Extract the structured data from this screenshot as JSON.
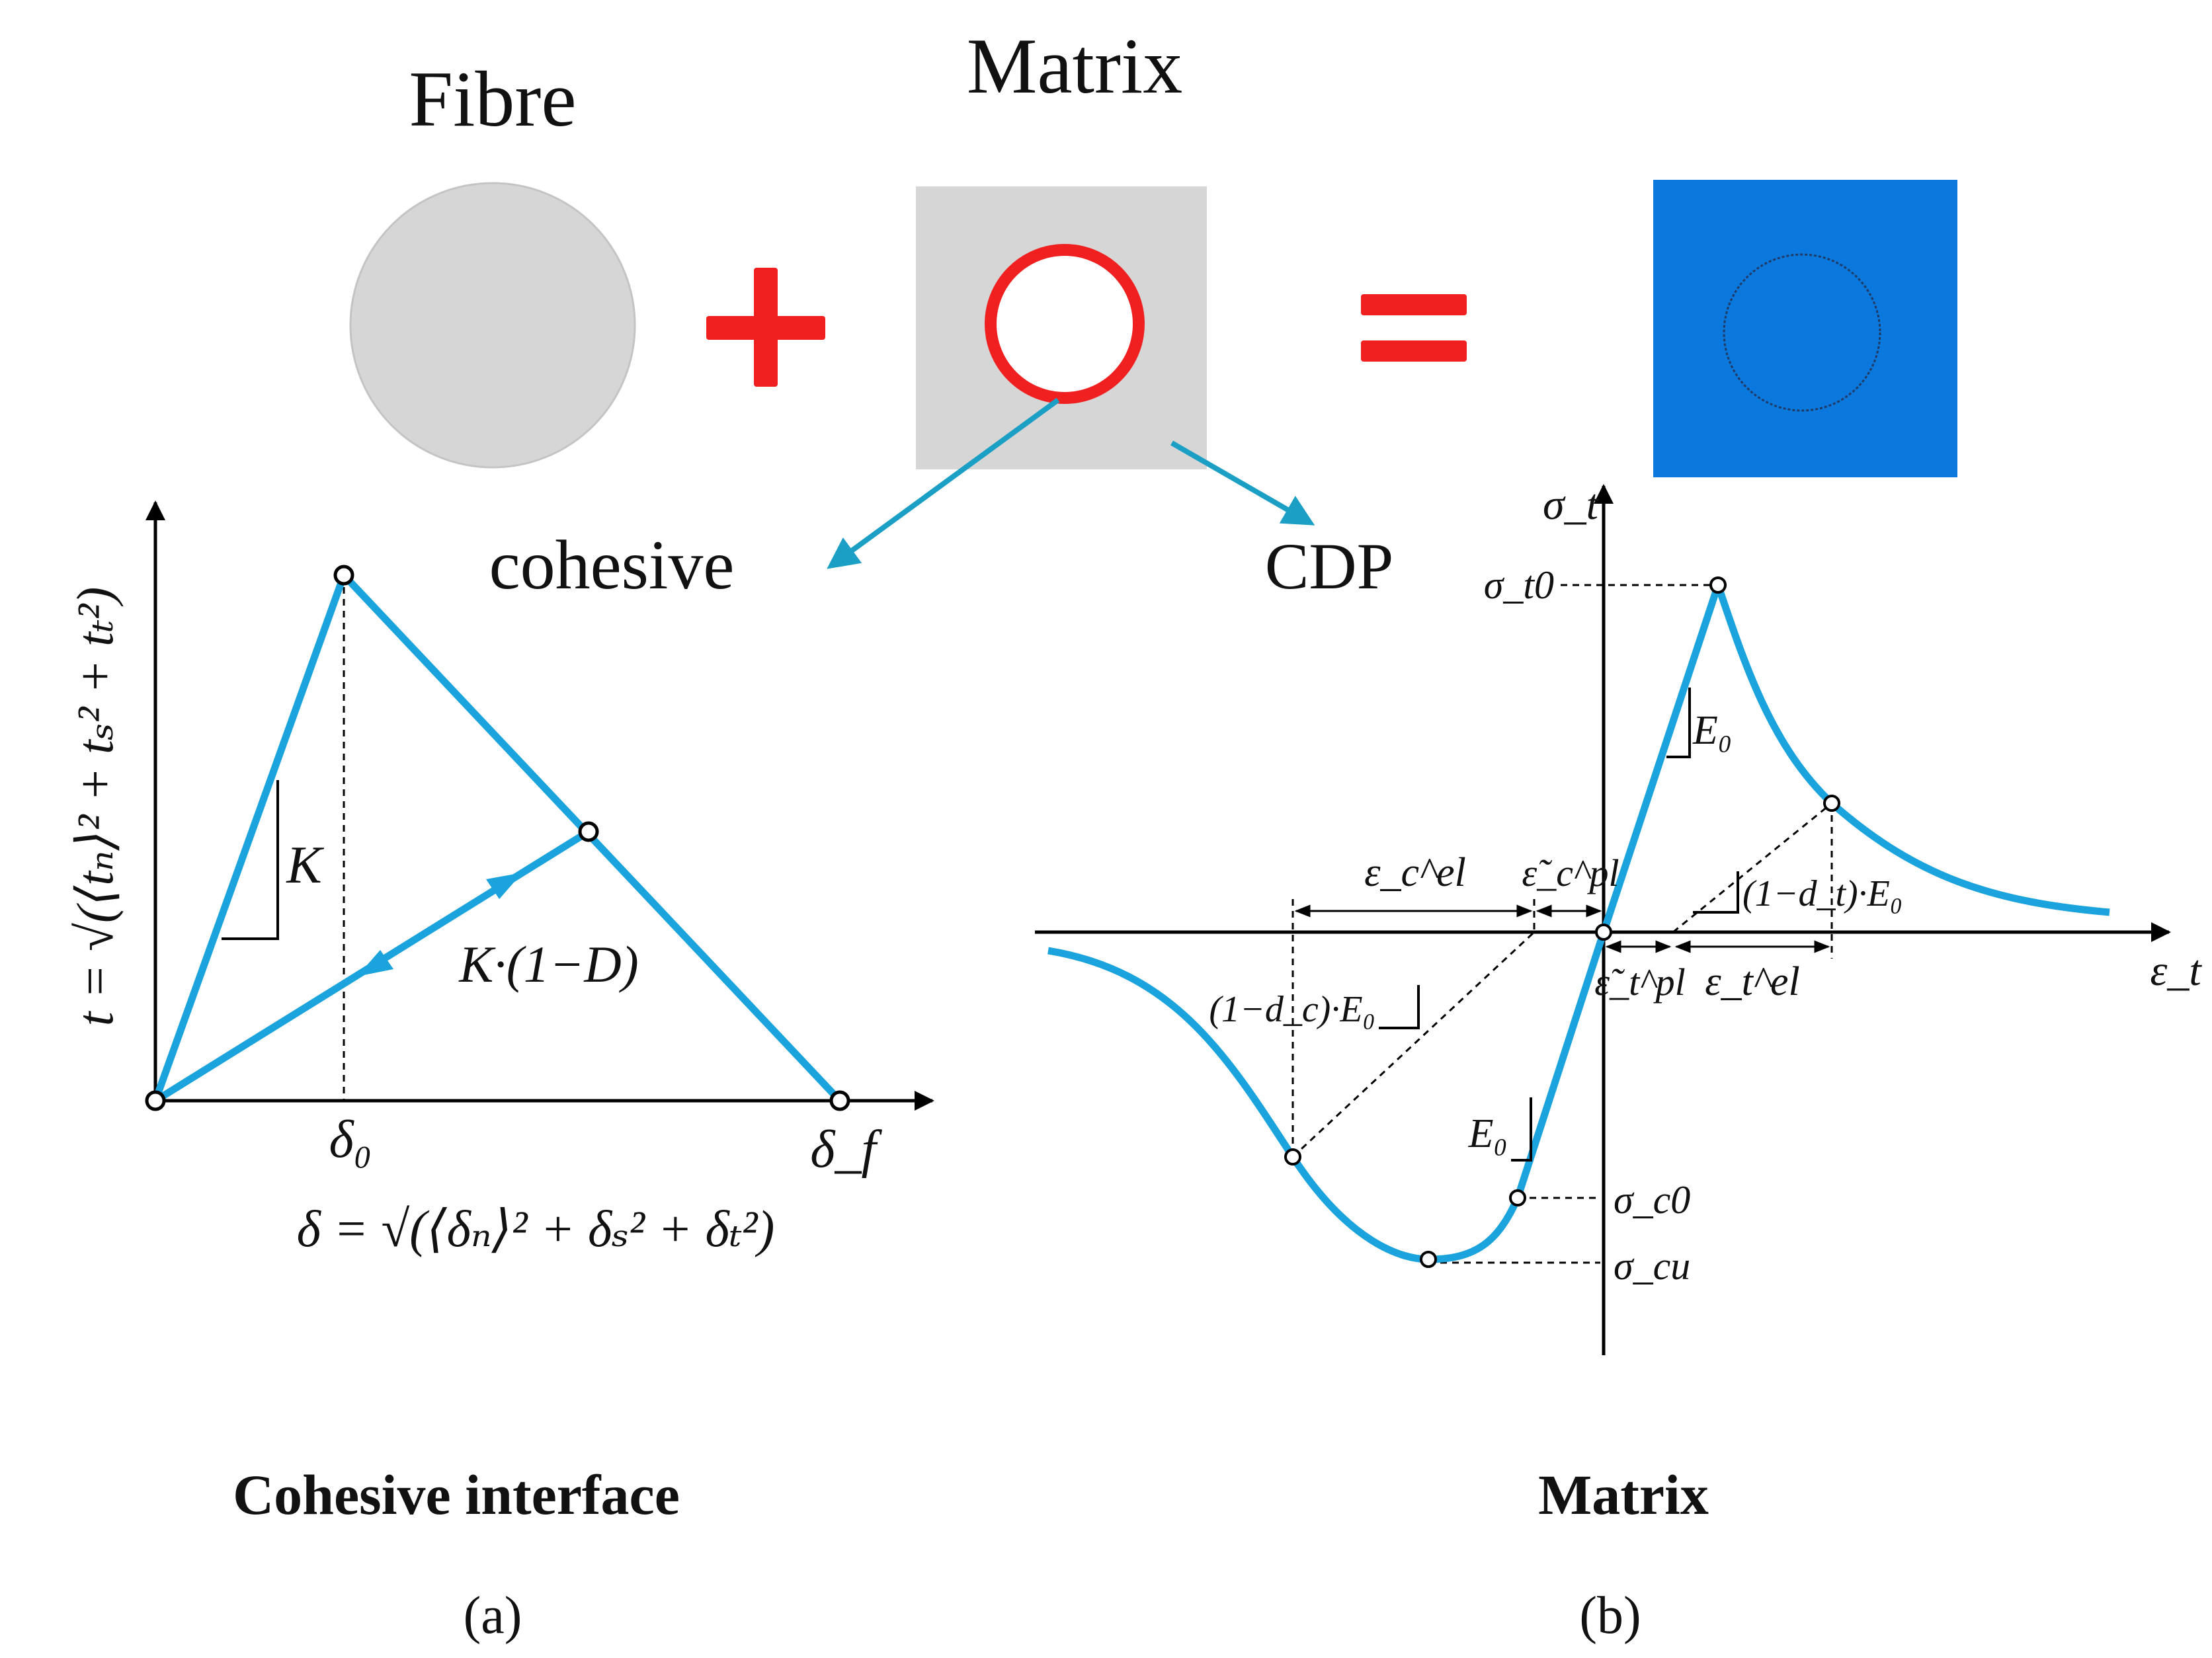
{
  "top": {
    "fibre_label": "Fibre",
    "matrix_label": "Matrix",
    "plus_sign": "+",
    "equals_sign": "=",
    "cohesive_label": "cohesive",
    "cdp_label": "CDP"
  },
  "panel_a": {
    "y_axis_formula": "t = √(⟨tₙ⟩² + tₛ² + tₜ²)",
    "x_axis_formula": "δ = √(⟨δₙ⟩² + δₛ² + δₜ²)",
    "delta0": "δ₀",
    "deltaf": "δ_f",
    "stiffness": "K",
    "damaged_stiffness": "K·(1−D)",
    "title": "Cohesive interface",
    "caption": "(a)"
  },
  "panel_b": {
    "y_axis": "σ_t",
    "x_axis": "ε_t",
    "sigma_t0": "σ_t0",
    "sigma_c0": "σ_c0",
    "sigma_cu": "σ_cu",
    "E0_tension": "E₀",
    "E0_compression": "E₀",
    "eps_c_el": "ε_c^el",
    "eps_c_pl": "ε̃_c^pl",
    "eps_t_pl": "ε̃_t^pl",
    "eps_t_el": "ε_t^el",
    "damage_t": "(1−d_t)·E₀",
    "damage_c": "(1−d_c)·E₀",
    "title": "Matrix",
    "caption": "(b)"
  },
  "colors": {
    "curve_blue": "#1aa3dc",
    "plus_red": "#f02020",
    "composite_blue": "#0a78dc",
    "grey_fill": "#d6d6d6",
    "arrow_teal": "#1c9fc4"
  }
}
